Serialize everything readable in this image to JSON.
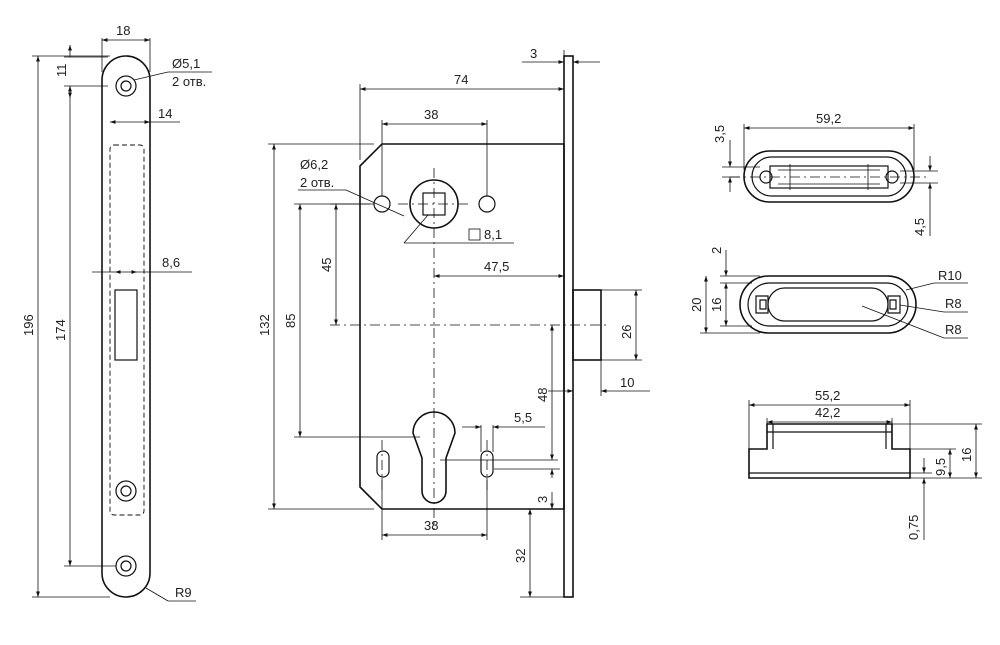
{
  "faceplate": {
    "width": "18",
    "hole_offset": "11",
    "hole_diameter": "Ø5,1",
    "hole_count": "2 отв.",
    "latch_width": "14",
    "bolt_width": "8,6",
    "total_height": "196",
    "hole_spacing": "174",
    "radius": "R9"
  },
  "body": {
    "faceplate_thickness": "3",
    "depth": "74",
    "spindle_hole_spacing": "38",
    "fix_hole_diameter": "Ø6,2",
    "fix_hole_count": "2 отв.",
    "spindle_square": "8,1",
    "backset": "47,5",
    "spindle_to_bolt": "45",
    "height": "132",
    "fix_spacing": "85",
    "bolt_height": "26",
    "bolt_throw": "10",
    "cylinder_to_spindle": "48",
    "slot_width": "5,5",
    "bottom_offset": "3",
    "cylinder_hole_spacing": "38",
    "bottom_distance": "32"
  },
  "strike_top": {
    "length": "59,2",
    "offset_top": "3,5",
    "offset_bottom": "4,5"
  },
  "strike_mid": {
    "gap": "2",
    "height_outer": "20",
    "height_inner": "16",
    "radius_outer": "R10",
    "radius_inner_1": "R8",
    "radius_inner_2": "R8"
  },
  "strike_side": {
    "length_outer": "55,2",
    "length_inner": "42,2",
    "height_total": "16",
    "height_inner": "9,5",
    "plate_thickness": "0,75"
  }
}
